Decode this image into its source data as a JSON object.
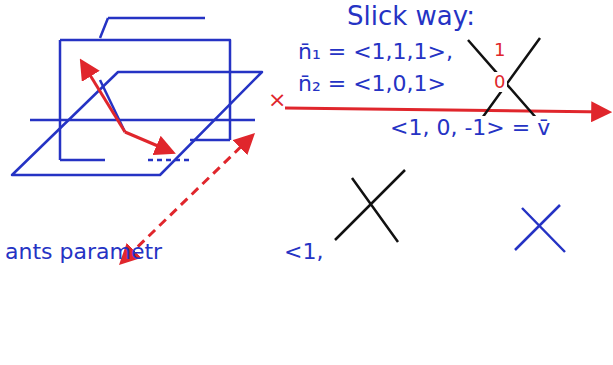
{
  "diagram": {
    "labels": [
      "Slick way:",
      "n̄₁ = <1,1,1>,",
      "1",
      "n̄₂ = <1,0,1>",
      "0",
      "×",
      "<1, 0, -1> = v̄",
      "ants parametr",
      "<1,"
    ]
  }
}
